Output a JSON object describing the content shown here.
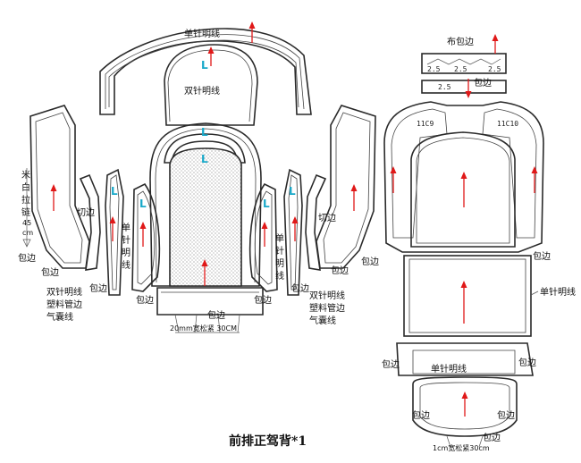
{
  "title": "前排正驾背*1",
  "labels": {
    "single_stitch": "单针明线",
    "double_stitch": "双针明线",
    "edge_binding": "包边",
    "cloth_binding": "布包边",
    "cut_edge": "切边",
    "l_mark": "L",
    "double_stitch_list": [
      "双针明线",
      "塑料管边",
      "气囊线"
    ],
    "vertical_single_stitch": [
      "单",
      "针",
      "明",
      "线"
    ],
    "vertical_left_note": [
      "米",
      "白",
      "拉",
      "链",
      "45",
      "cm"
    ],
    "elastic_20mm": "20mm宽松紧 30CM",
    "elastic_1cm": "1cm宽松紧30cm",
    "piece_c9": "11C9",
    "piece_c10": "11C10",
    "dim_a": "2.5",
    "dim_b": "2.5",
    "dim_c": "2.5",
    "dim_d": "2.5"
  }
}
